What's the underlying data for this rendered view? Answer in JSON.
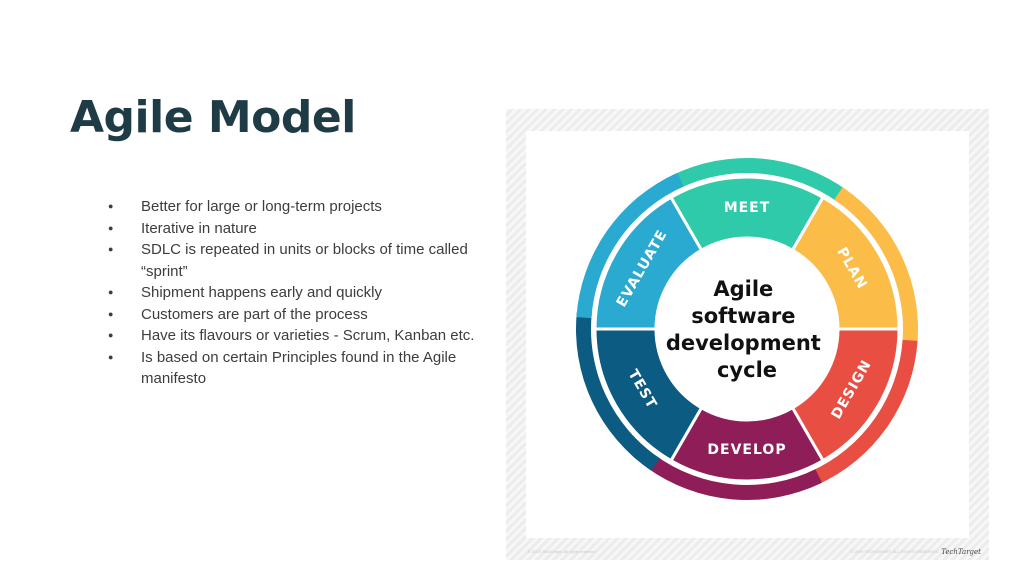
{
  "slide": {
    "title": "Agile Model",
    "bullets": [
      "Better for large  or long-term projects",
      "Iterative in nature",
      "SDLC is repeated in units or blocks  of time called “sprint”",
      "Shipment happens early and quickly",
      "Customers are part of the process",
      "Have its flavours or varieties - Scrum, Kanban etc.",
      "Is based on certain Principles found in the Agile manifesto"
    ]
  },
  "diagram": {
    "center_lines": [
      "Agile",
      "software",
      "development",
      "cycle"
    ],
    "segments": [
      {
        "label": "MEET",
        "color": "#2ecaa9"
      },
      {
        "label": "PLAN",
        "color": "#fbbc48"
      },
      {
        "label": "DESIGN",
        "color": "#e84e42"
      },
      {
        "label": "DEVELOP",
        "color": "#8f1d57"
      },
      {
        "label": "TEST",
        "color": "#0c5b82"
      },
      {
        "label": "EVALUATE",
        "color": "#2aa9d1"
      }
    ],
    "logo_text": "TechTarget",
    "credit_left": "© 2019 TechTarget. All rights reserved",
    "credit_right": "© 2019 TECHTARGET. ALL RIGHTS RESERVED"
  }
}
